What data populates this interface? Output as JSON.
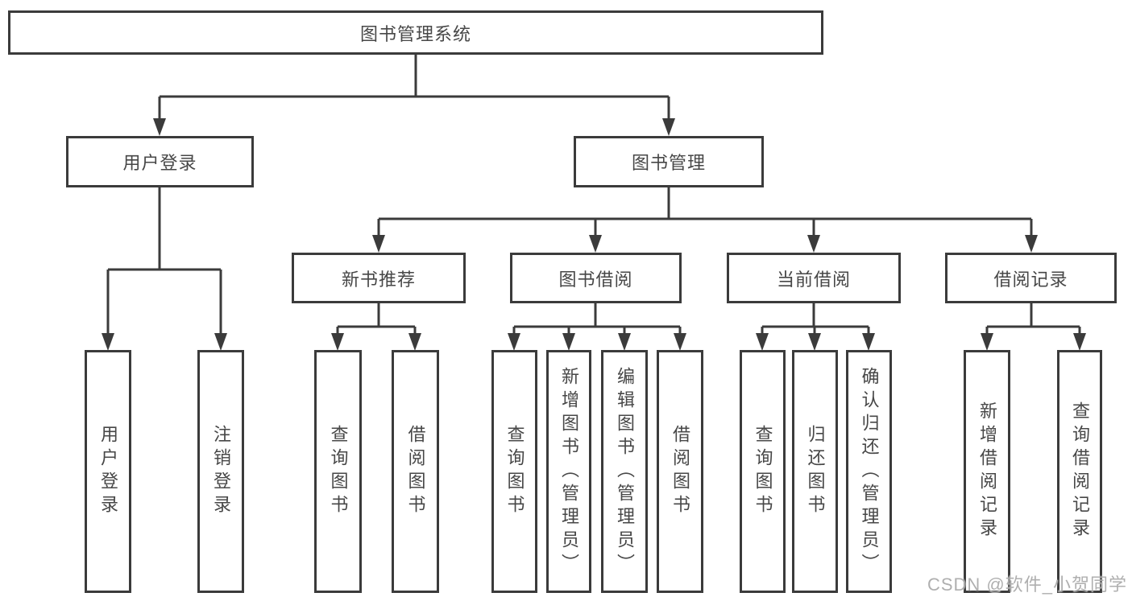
{
  "diagram": {
    "root": {
      "label": "图书管理系统"
    },
    "branches": [
      {
        "label": "用户登录",
        "children": [
          {
            "label": "用户登录"
          },
          {
            "label": "注销登录"
          }
        ]
      },
      {
        "label": "图书管理",
        "children": [
          {
            "label": "新书推荐",
            "children": [
              {
                "label": "查询图书"
              },
              {
                "label": "借阅图书"
              }
            ]
          },
          {
            "label": "图书借阅",
            "children": [
              {
                "label": "查询图书"
              },
              {
                "label": "新增图书（管理员）"
              },
              {
                "label": "编辑图书（管理员）"
              },
              {
                "label": "借阅图书"
              }
            ]
          },
          {
            "label": "当前借阅",
            "children": [
              {
                "label": "查询图书"
              },
              {
                "label": "归还图书"
              },
              {
                "label": "确认归还（管理员）"
              }
            ]
          },
          {
            "label": "借阅记录",
            "children": [
              {
                "label": "新增借阅记录"
              },
              {
                "label": "查询借阅记录"
              }
            ]
          }
        ]
      }
    ]
  },
  "watermark": "CSDN @软件_小贺同学",
  "colors": {
    "line": "#3b3b3b",
    "text": "#474747",
    "box_background": "#ffffff",
    "watermark": "#a8a8a8"
  }
}
